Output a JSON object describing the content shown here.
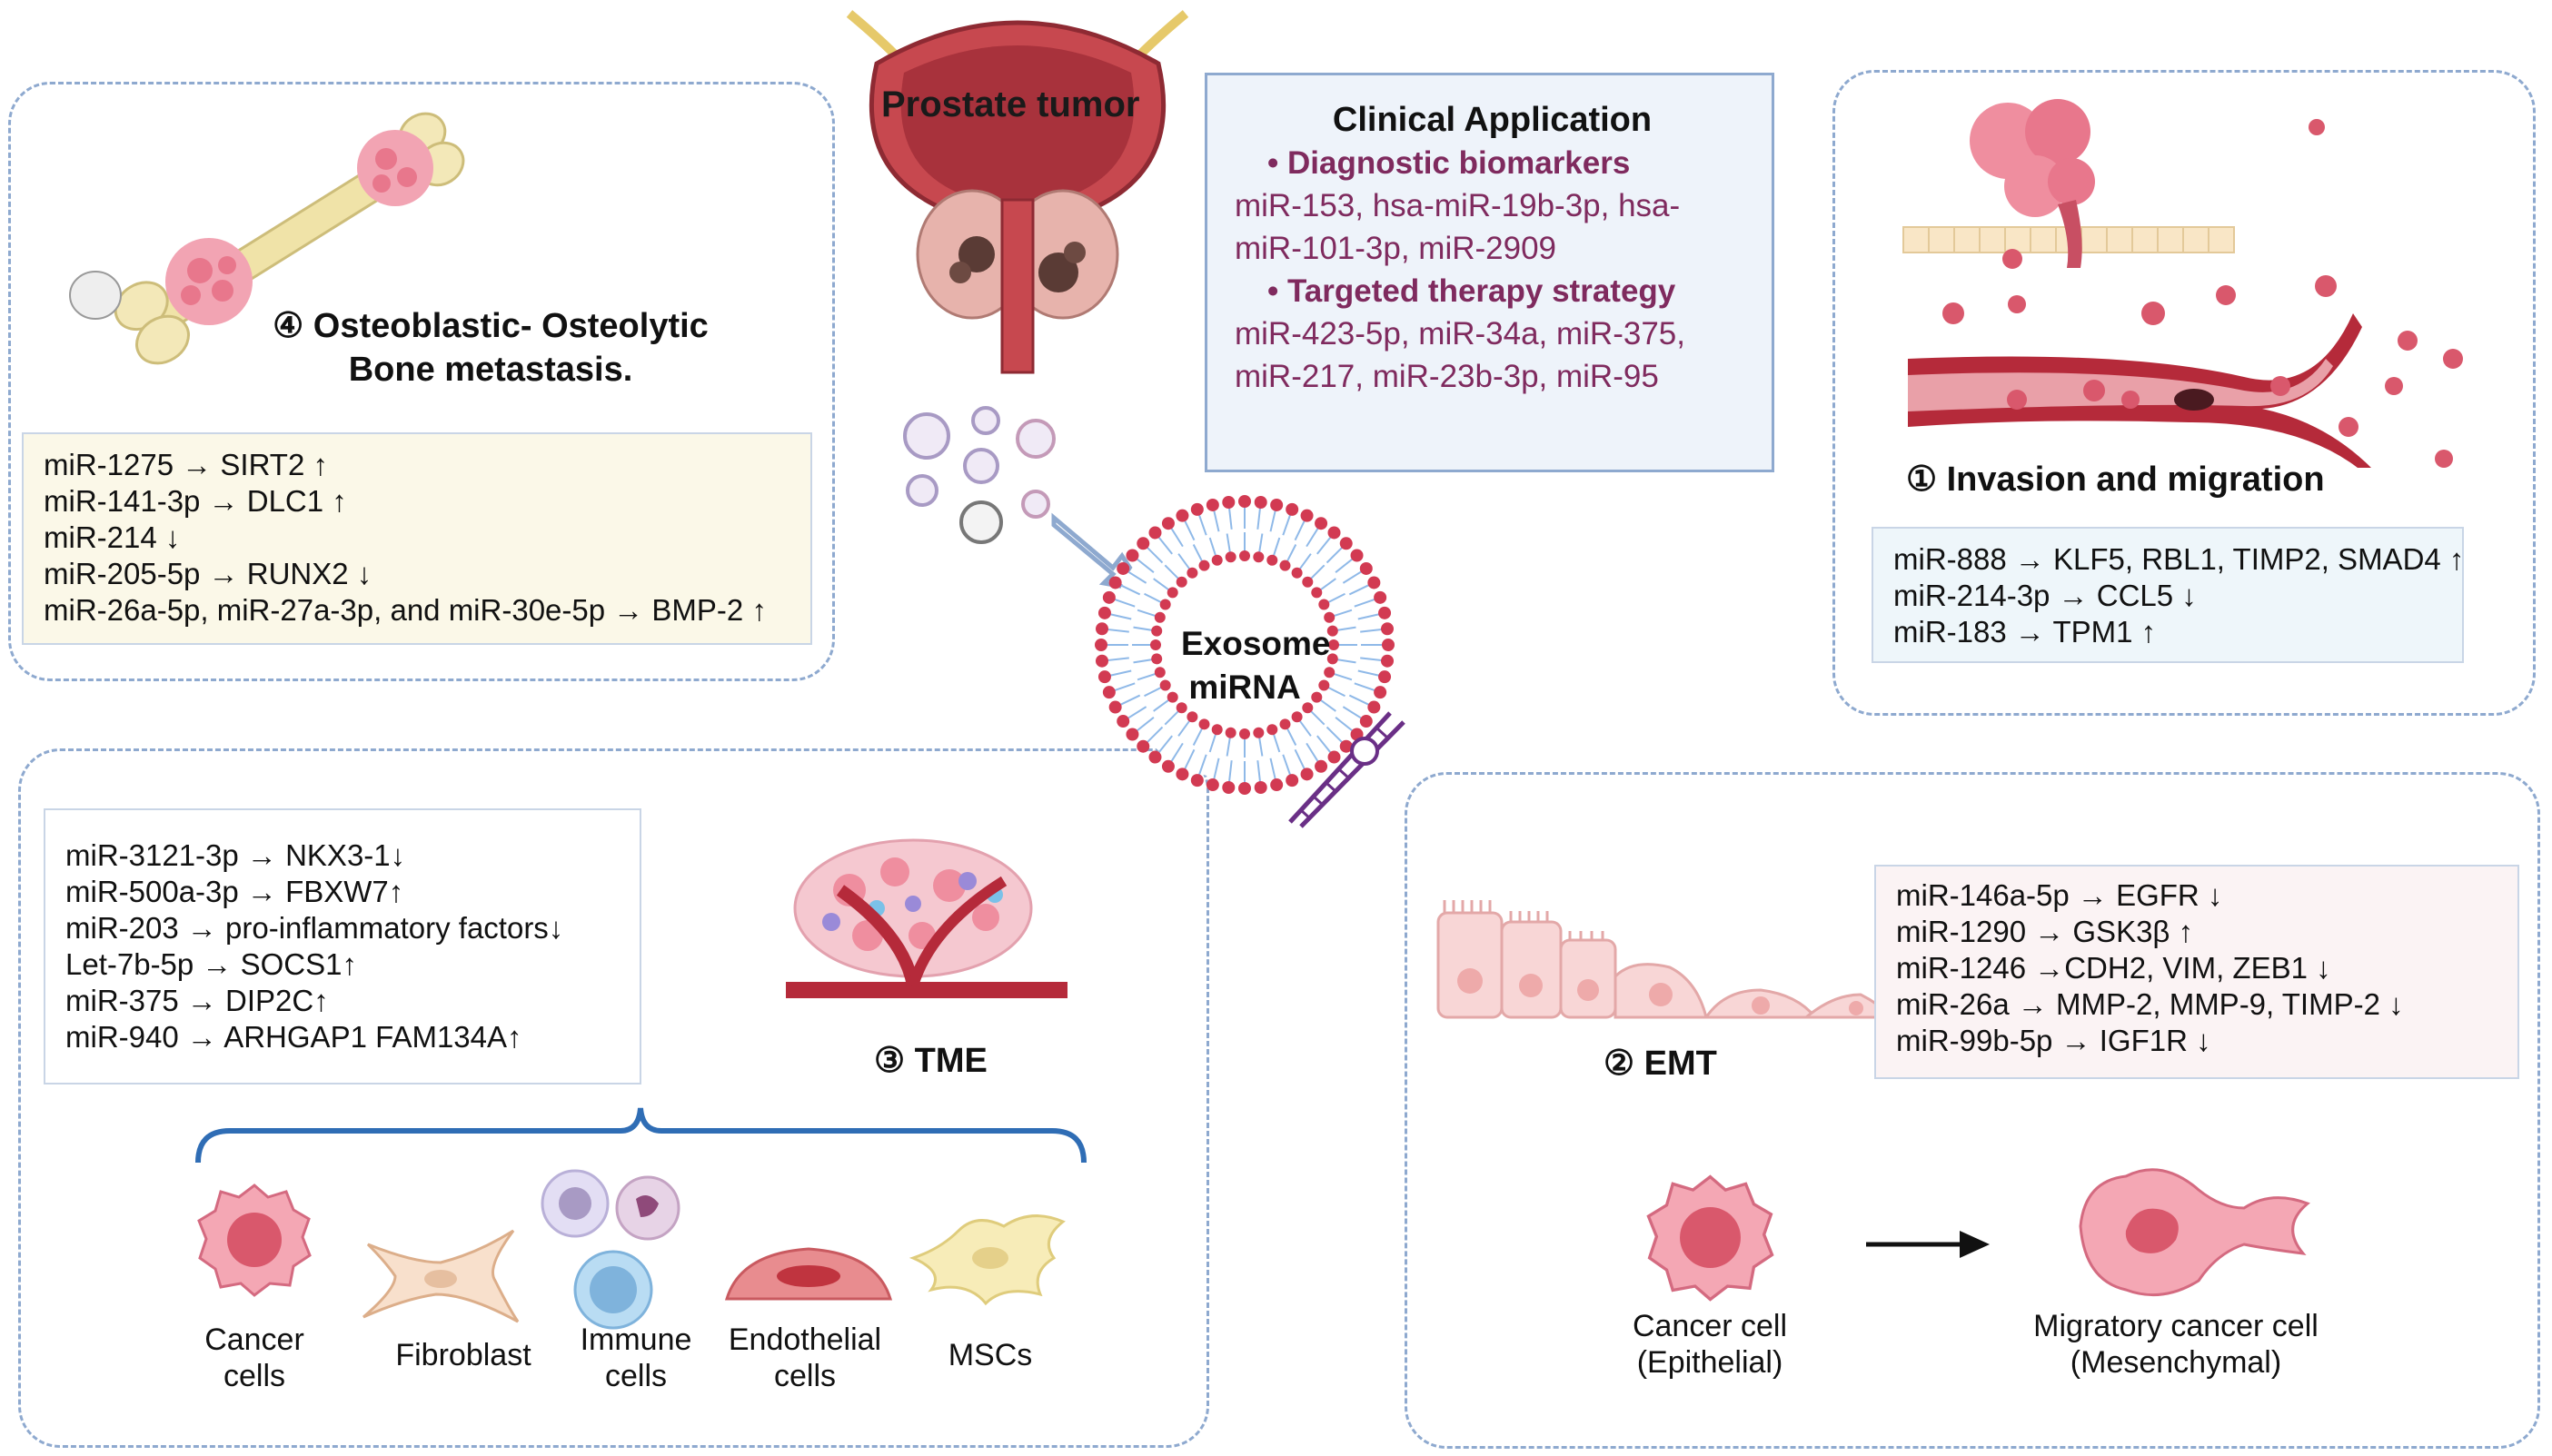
{
  "center": {
    "title": "Prostate tumor",
    "exosome_label": [
      "Exosome",
      "miRNA"
    ]
  },
  "clinical": {
    "title": "Clinical Application",
    "diagnostic_heading": "Diagnostic biomarkers",
    "diagnostic_lines": [
      "miR-153, hsa-miR-19b-3p, hsa-",
      "miR-101-3p, miR-2909"
    ],
    "therapy_heading": "Targeted therapy strategy",
    "therapy_lines": [
      "miR-423-5p, miR-34a, miR-375,",
      "miR-217, miR-23b-3p, miR-95"
    ]
  },
  "bone": {
    "title_lines": [
      "④ Osteoblastic- Osteolytic",
      "Bone metastasis."
    ],
    "lines": [
      "miR-1275 →  SIRT2 ↑",
      "miR-141-3p →  DLC1 ↑",
      "miR-214  ↓",
      "miR-205-5p → RUNX2 ↓",
      "miR-26a-5p, miR-27a-3p, and miR-30e-5p → BMP-2 ↑"
    ]
  },
  "invasion": {
    "title": "①  Invasion and migration",
    "lines": [
      "miR-888 → KLF5, RBL1, TIMP2, SMAD4 ↑",
      "miR-214-3p → CCL5 ↓",
      "miR-183 → TPM1 ↑"
    ]
  },
  "tme": {
    "title": "③  TME",
    "lines": [
      "miR-3121-3p →  NKX3-1↓",
      "miR-500a-3p → FBXW7↑",
      "miR-203 → pro-inflammatory factors↓",
      "Let-7b-5p → SOCS1↑",
      "miR-375 → DIP2C↑",
      "miR-940 → ARHGAP1 FAM134A↑"
    ],
    "cells": [
      [
        "Cancer",
        "cells"
      ],
      [
        "Fibroblast"
      ],
      [
        "Immune",
        "cells"
      ],
      [
        "Endothelial",
        "cells"
      ],
      [
        "MSCs"
      ]
    ]
  },
  "emt": {
    "title": "② EMT",
    "lines": [
      "miR-146a-5p → EGFR ↓",
      "miR-1290 → GSK3β ↑",
      "miR-1246 →CDH2, VIM, ZEB1 ↓",
      "miR-26a → MMP-2, MMP-9, TIMP-2 ↓",
      "miR-99b-5p → IGF1R ↓"
    ],
    "from_cell": [
      "Cancer cell",
      "(Epithelial)"
    ],
    "to_cell": [
      "Migratory cancer cell",
      "(Mesenchymal)"
    ]
  },
  "colors": {
    "panel_border": "#8ea9cf",
    "accent_purple": "#7f2a5e",
    "membrane_red": "#d23a52",
    "membrane_blue": "#8fb9e8",
    "bracket_blue": "#2f6db5"
  },
  "icons": [
    "bone-icon",
    "bladder-prostate-icon",
    "vesicle-cluster-icon",
    "blood-vessel-icon",
    "tumor-vessel-icon",
    "epithelial-transition-icon",
    "cancer-cell-icon",
    "fibroblast-icon",
    "immune-cell-icon",
    "endothelial-cell-icon",
    "msc-icon",
    "migratory-cell-icon",
    "rna-hairpin-icon"
  ]
}
